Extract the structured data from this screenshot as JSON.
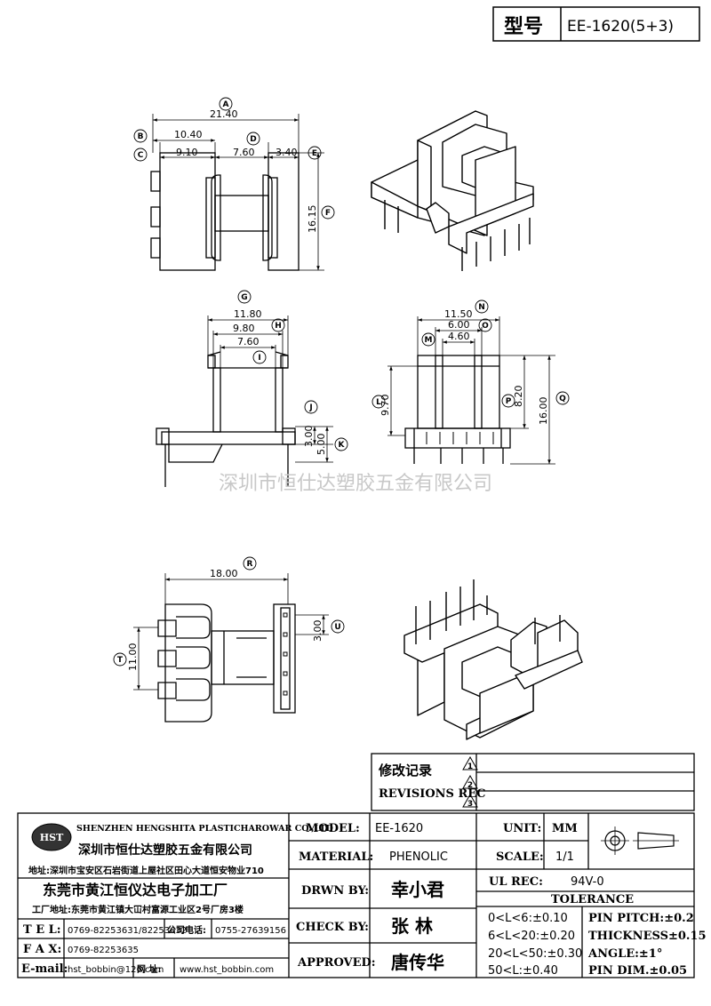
{
  "header": {
    "model_label": "型号",
    "model_value": "EE-1620(5+3)"
  },
  "watermark": "深圳市恒仕达塑胶五金有限公司",
  "views": {
    "top": {
      "dims": [
        "21.40",
        "10.40",
        "9.10",
        "7.60",
        "3.40",
        "16.15"
      ],
      "letters": [
        "A",
        "B",
        "C",
        "D",
        "E",
        "F"
      ]
    },
    "front": {
      "dims": [
        "11.80",
        "9.80",
        "7.60",
        "3.00",
        "5.00"
      ],
      "letters": [
        "G",
        "H",
        "I",
        "J",
        "K"
      ]
    },
    "side": {
      "dims": [
        "11.50",
        "6.00",
        "4.60",
        "9.70",
        "8.20",
        "16.00"
      ],
      "letters": [
        "N",
        "M",
        "O",
        "L",
        "P",
        "Q"
      ]
    },
    "bottom": {
      "dims": [
        "18.00",
        "11.00",
        "3.00"
      ],
      "letters": [
        "R",
        "T",
        "U"
      ]
    }
  },
  "revisions": {
    "title_cn": "修改记录",
    "title_en": "REVISIONS REC",
    "marks": [
      "1",
      "2",
      "3"
    ]
  },
  "company": {
    "logo": "HST",
    "name_en": "SHENZHEN HENGSHITA PLASTICHAROWAR CO.,LTD",
    "name_cn": "深圳市恒仕达塑胶五金有限公司",
    "address": "地址:深圳市宝安区石岩街道上屋社区田心大道恒安物业710",
    "factory": "东莞市黄江恒仪达电子加工厂",
    "factory_address": "工厂地址:东莞市黄江镇大冚村富源工业区2号厂房3楼",
    "tel_label": "T E L:",
    "tel": "0769-82253631/82253632",
    "office_tel_label": "公司电话:",
    "office_tel": "0755-27639156",
    "fax_label": "F A X:",
    "fax": "0769-82253635",
    "email_label": "E-mail:",
    "email": "hst_bobbin@126.com",
    "web_label": "网 址:",
    "web": "www.hst_bobbin.com"
  },
  "titleblock": {
    "model_label": "MODEL:",
    "model": "EE-1620",
    "material_label": "MATERIAL:",
    "material": "PHENOLIC",
    "drawn_label": "DRWN BY:",
    "drawn": "幸小君",
    "check_label": "CHECK BY:",
    "check": "张  林",
    "approved_label": "APPROVED:",
    "approved": "唐传华",
    "unit_label": "UNIT:",
    "unit": "MM",
    "scale_label": "SCALE:",
    "scale": "1/1",
    "ul_label": "UL REC:",
    "ul": "94V-0",
    "tolerance_label": "TOLERANCE",
    "tol_left": [
      "0<L<6:±0.10",
      "6<L<20:±0.20",
      "20<L<50:±0.30",
      "50<L:±0.40"
    ],
    "tol_right": [
      "PIN PITCH:±0.2",
      "THICKNESS±0.15",
      "ANGLE:±1°",
      "PIN DIM.±0.05"
    ]
  }
}
